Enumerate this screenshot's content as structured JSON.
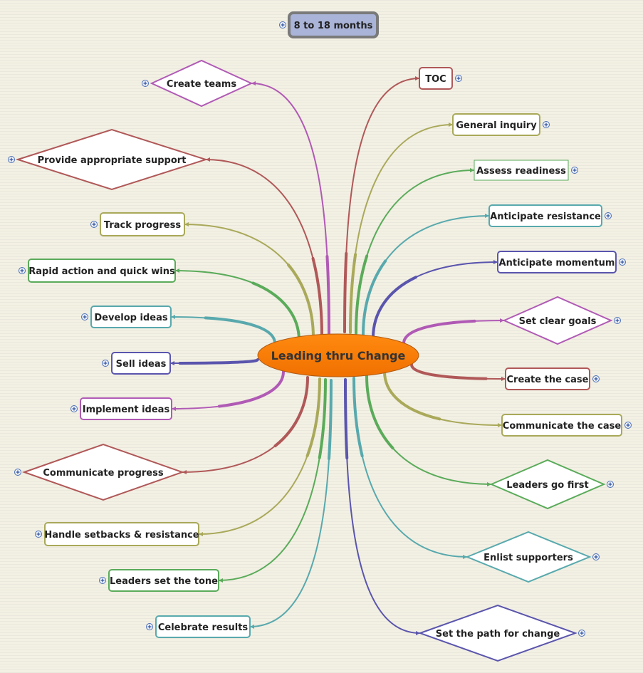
{
  "central": {
    "label": "Leading thru Change"
  },
  "header": {
    "label": "8 to 18 months"
  },
  "colors": {
    "red": "#b05858",
    "olive": "#a9a95a",
    "green": "#5aab5a",
    "teal": "#58a9ad",
    "navy": "#5a55ad",
    "purple": "#b05ab5",
    "center_fill": "#ff7f00",
    "header_fill": "#aab4d8",
    "header_border": "#7a7a7a"
  },
  "nodes": [
    {
      "id": "create-teams",
      "label": "Create teams",
      "shape": "diamond",
      "color": "purple",
      "side": "left"
    },
    {
      "id": "provide-appropriate-support",
      "label": "Provide appropriate support",
      "shape": "diamond",
      "color": "red",
      "side": "left"
    },
    {
      "id": "track-progress",
      "label": "Track progress",
      "shape": "rect",
      "color": "olive",
      "side": "left"
    },
    {
      "id": "rapid-action",
      "label": "Rapid action and quick wins",
      "shape": "rect",
      "color": "green",
      "side": "left"
    },
    {
      "id": "develop-ideas",
      "label": "Develop ideas",
      "shape": "rect",
      "color": "teal",
      "side": "left"
    },
    {
      "id": "sell-ideas",
      "label": "Sell ideas",
      "shape": "rect",
      "color": "navy",
      "side": "left"
    },
    {
      "id": "implement-ideas",
      "label": "Implement ideas",
      "shape": "rect",
      "color": "purple",
      "side": "left"
    },
    {
      "id": "communicate-progress",
      "label": "Communicate progress",
      "shape": "diamond",
      "color": "red",
      "side": "left"
    },
    {
      "id": "handle-setbacks",
      "label": "Handle setbacks & resistance",
      "shape": "rect",
      "color": "olive",
      "side": "left"
    },
    {
      "id": "leaders-set-tone",
      "label": "Leaders set the tone",
      "shape": "rect",
      "color": "green",
      "side": "left"
    },
    {
      "id": "celebrate-results",
      "label": "Celebrate results",
      "shape": "rect",
      "color": "teal",
      "side": "left"
    },
    {
      "id": "toc",
      "label": "TOC",
      "shape": "rect",
      "color": "red",
      "side": "right"
    },
    {
      "id": "general-inquiry",
      "label": "General inquiry",
      "shape": "rect",
      "color": "olive",
      "side": "right"
    },
    {
      "id": "assess-readiness",
      "label": "Assess readiness",
      "shape": "square",
      "color": "green",
      "side": "right"
    },
    {
      "id": "anticipate-resistance",
      "label": "Anticipate resistance",
      "shape": "rect",
      "color": "teal",
      "side": "right"
    },
    {
      "id": "anticipate-momentum",
      "label": "Anticipate momentum",
      "shape": "rect",
      "color": "navy",
      "side": "right"
    },
    {
      "id": "set-clear-goals",
      "label": "Set clear goals",
      "shape": "diamond",
      "color": "purple",
      "side": "right"
    },
    {
      "id": "create-the-case",
      "label": "Create the case",
      "shape": "rect",
      "color": "red",
      "side": "right"
    },
    {
      "id": "communicate-the-case",
      "label": "Communicate the case",
      "shape": "rect",
      "color": "olive",
      "side": "right"
    },
    {
      "id": "leaders-go-first",
      "label": "Leaders go first",
      "shape": "diamond",
      "color": "green",
      "side": "right"
    },
    {
      "id": "enlist-supporters",
      "label": "Enlist supporters",
      "shape": "diamond",
      "color": "teal",
      "side": "right"
    },
    {
      "id": "set-path-for-change",
      "label": "Set the path for change",
      "shape": "diamond",
      "color": "navy",
      "side": "right"
    }
  ]
}
